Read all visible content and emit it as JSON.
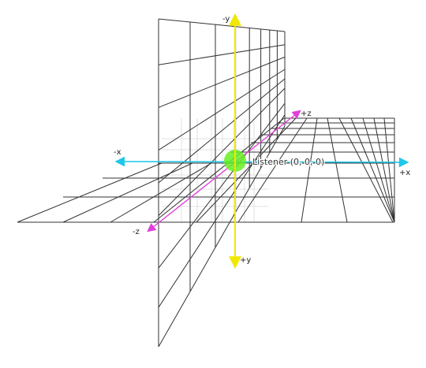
{
  "axes": {
    "x": {
      "negative_label": "-x",
      "positive_label": "+x",
      "color": "#1ec8e8"
    },
    "y": {
      "negative_label": "-y",
      "positive_label": "+y",
      "color": "#f0e800"
    },
    "z": {
      "negative_label": "-z",
      "positive_label": "+z",
      "color": "#e040d8"
    }
  },
  "listener": {
    "label": "Listener (0, 0, 0)",
    "color": "#66ee22"
  },
  "colors": {
    "grid_line": "#333333",
    "grid_faint": "#e2e2e2"
  }
}
